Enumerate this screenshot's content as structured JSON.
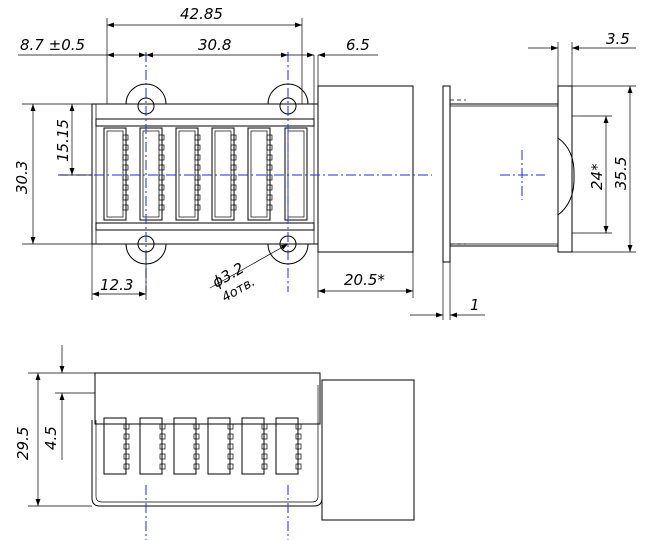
{
  "dimensions": {
    "overall_width": "42.85",
    "left_offset": "8.7 ±0.5",
    "hole_spacing": "30.8",
    "right_offset": "6.5",
    "side_thickness": "3.5",
    "height": "30.3",
    "half_height": "15.15",
    "side_height": "35.5",
    "side_inner": "24*",
    "hole_diameter": "ϕ3.2",
    "hole_count": "4отв.",
    "bottom_offset": "12.3",
    "block_width": "20.5*",
    "plate_thickness": "1",
    "bottom_height": "29.5",
    "bottom_top_offset": "4.5"
  }
}
